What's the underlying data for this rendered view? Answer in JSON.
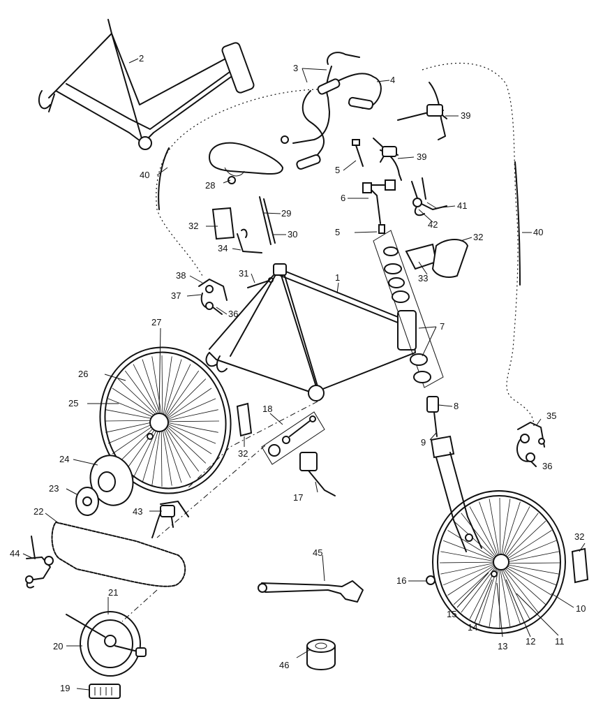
{
  "diagram": {
    "callouts": {
      "c1": "1",
      "c2": "2",
      "c3": "3",
      "c4": "4",
      "c5a": "5",
      "c5b": "5",
      "c6": "6",
      "c7": "7",
      "c8": "8",
      "c9": "9",
      "c10": "10",
      "c11": "11",
      "c12": "12",
      "c13": "13",
      "c14": "14",
      "c15": "15",
      "c16": "16",
      "c17": "17",
      "c18": "18",
      "c19": "19",
      "c20": "20",
      "c21": "21",
      "c22": "22",
      "c23": "23",
      "c24": "24",
      "c25": "25",
      "c26": "26",
      "c27": "27",
      "c28": "28",
      "c29": "29",
      "c30": "30",
      "c31": "31",
      "c32a": "32",
      "c32b": "32",
      "c32c": "32",
      "c32d": "32",
      "c33": "33",
      "c34": "34",
      "c35": "35",
      "c36a": "36",
      "c36b": "36",
      "c37": "37",
      "c38": "38",
      "c39a": "39",
      "c39b": "39",
      "c40a": "40",
      "c40b": "40",
      "c41": "41",
      "c42": "42",
      "c43": "43",
      "c44": "44",
      "c45": "45",
      "c46": "46"
    }
  }
}
